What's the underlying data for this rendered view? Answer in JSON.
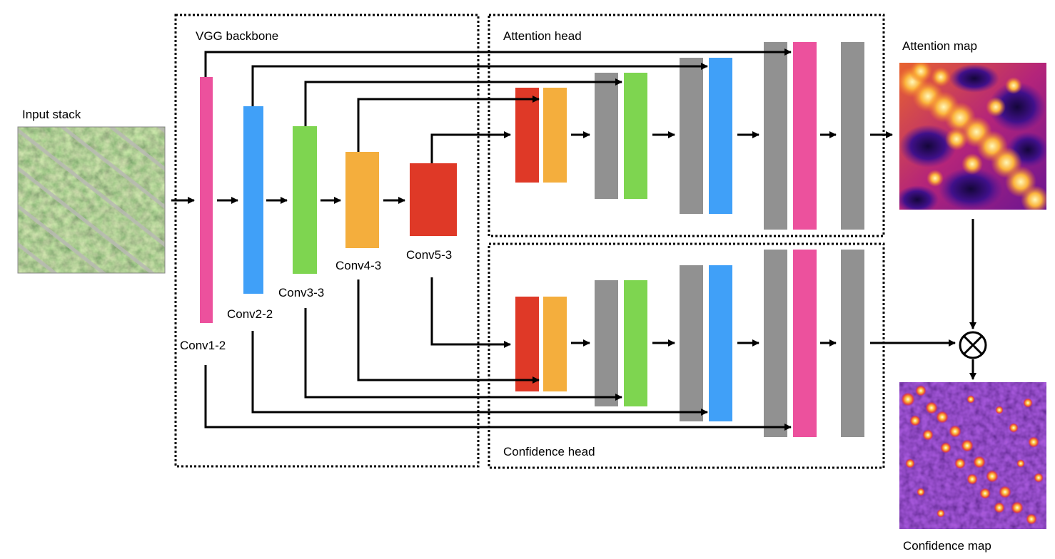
{
  "labels": {
    "input_stack": "Input stack",
    "vgg_backbone": "VGG backbone",
    "attention_head": "Attention head",
    "confidence_head": "Confidence head",
    "attention_map": "Attention map",
    "confidence_map": "Confidence map",
    "conv1_2": "Conv1-2",
    "conv2_2": "Conv2-2",
    "conv3_3": "Conv3-3",
    "conv4_3": "Conv4-3",
    "conv5_3": "Conv5-3"
  },
  "colors": {
    "conv1": "#ec519d",
    "conv2": "#40a0f8",
    "conv3": "#7ed550",
    "conv4": "#f4ae3d",
    "conv5": "#df3927",
    "gray": "#919191"
  },
  "operator": "multiply-circle-icon"
}
